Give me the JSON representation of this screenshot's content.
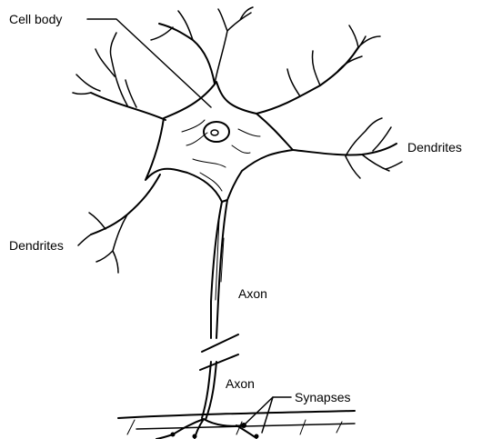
{
  "labels": {
    "cell_body": "Cell body",
    "dendrites_right": "Dendrites",
    "dendrites_left": "Dendrites",
    "axon_upper": "Axon",
    "axon_lower": "Axon",
    "synapses": "Synapses"
  },
  "colors": {
    "ink": "#000000",
    "background": "#ffffff"
  }
}
